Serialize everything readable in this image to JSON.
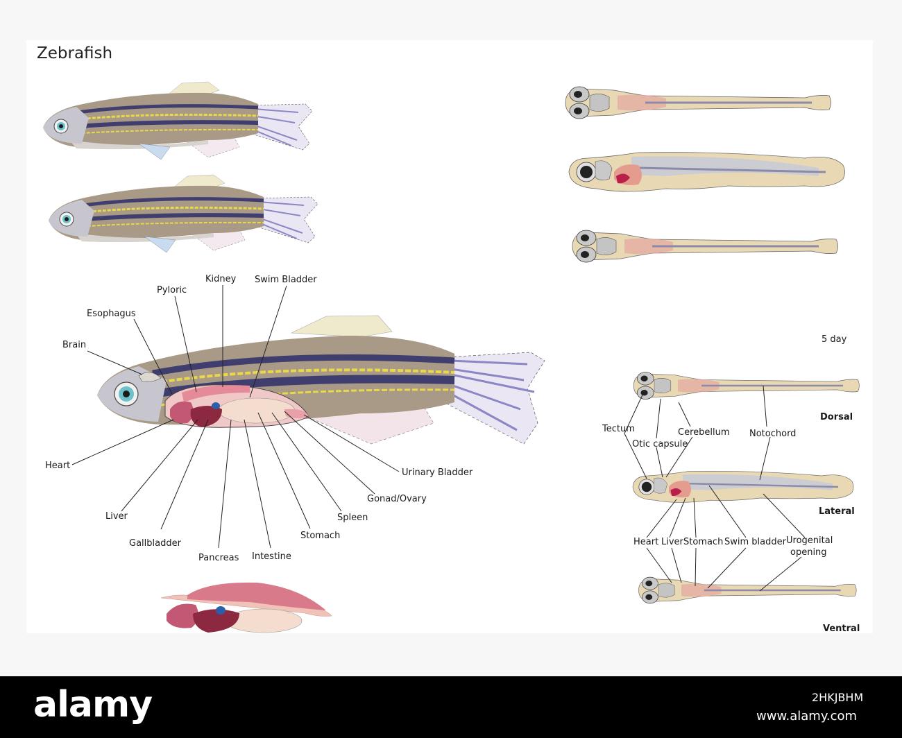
{
  "title": "Zebrafish",
  "adult_labels": {
    "brain": "Brain",
    "esophagus": "Esophagus",
    "pyloric": "Pyloric",
    "kidney": "Kidney",
    "swim_bladder": "Swim Bladder",
    "heart": "Heart",
    "liver": "Liver",
    "gallbladder": "Gallbladder",
    "pancreas": "Pancreas",
    "intestine": "Intestine",
    "stomach": "Stomach",
    "spleen": "Spleen",
    "gonad_ovary": "Gonad/Ovary",
    "urinary_bladder": "Urinary Bladder"
  },
  "larva_labels": {
    "age": "5 day",
    "dorsal": "Dorsal",
    "lateral": "Lateral",
    "ventral": "Ventral",
    "tectum": "Tectum",
    "otic_capsule": "Otic capsule",
    "cerebellum": "Cerebellum",
    "notochord": "Notochord",
    "heart": "Heart",
    "liver": "Liver",
    "stomach": "Stomach",
    "swim_bladder": "Swim bladder",
    "urogenital_1": "Urogenital",
    "urogenital_2": "opening"
  },
  "footer": {
    "logo": "alamy",
    "image_id": "2HKJBHM",
    "site": "www.alamy.com"
  },
  "colors": {
    "body": "#a89a86",
    "stripe_dark": "#3f3e6e",
    "stripe_yellow": "#e8d84a",
    "fin": "#b9b3d9",
    "organ_pink": "#e58a98",
    "organ_dark": "#8c2840",
    "larva_body": "#e9d8b4"
  }
}
